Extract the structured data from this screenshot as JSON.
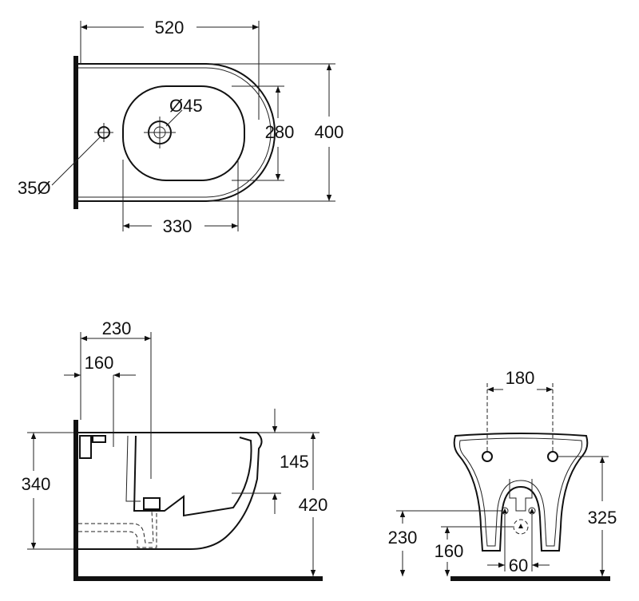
{
  "colors": {
    "line": "#111111",
    "background": "#ffffff"
  },
  "top_view": {
    "length_label": "520",
    "width_label": "400",
    "bowl_width_label": "280",
    "bowl_length_label": "330",
    "tap_hole_label": "Ø45",
    "fixing_hole_label": "35Ø"
  },
  "side_view": {
    "outlet_distance_label": "230",
    "fixing_distance_label": "160",
    "fixing_height_label": "340",
    "bowl_depth_label": "145",
    "rim_height_label": "420"
  },
  "rear_view": {
    "fixing_spacing_label": "180",
    "fixing_height_label": "325",
    "supply_height_label": "230",
    "waste_height_label": "160",
    "waste_spacing_label": "60"
  }
}
